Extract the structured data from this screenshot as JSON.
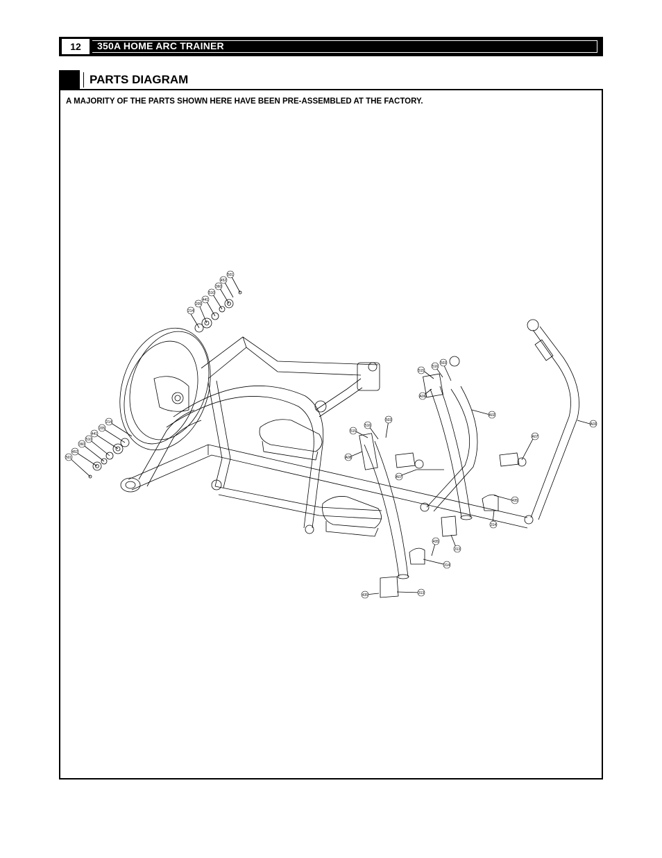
{
  "header": {
    "page_number": "12",
    "title": "350A HOME ARC TRAINER"
  },
  "section": {
    "title": "PARTS DIAGRAM"
  },
  "note": "A MAJORITY OF THE PARTS SHOWN HERE HAVE BEEN PRE-ASSEMBLED AT THE FACTORY.",
  "callouts": [
    "501",
    "452",
    "360",
    "510",
    "441",
    "205",
    "214",
    "214",
    "205",
    "441",
    "510",
    "360",
    "452",
    "501",
    "515",
    "516",
    "503",
    "A06",
    "A02",
    "A03",
    "516",
    "503",
    "515",
    "A08",
    "A07",
    "A07",
    "435",
    "314",
    "313",
    "435",
    "314",
    "313",
    "435"
  ]
}
